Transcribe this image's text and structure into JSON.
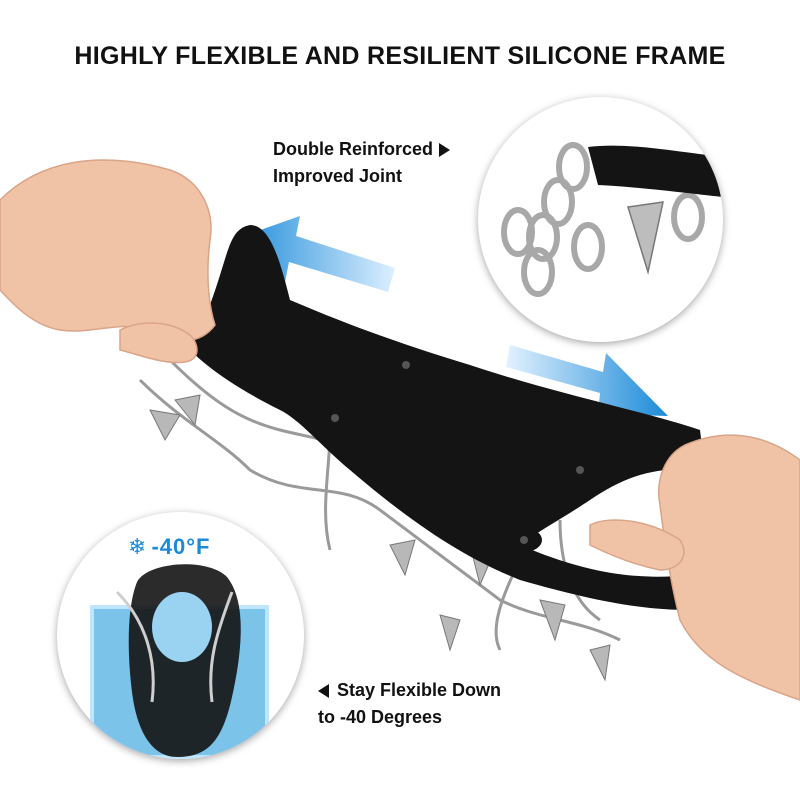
{
  "headline": "HIGHLY FLEXIBLE AND RESILIENT SILICONE FRAME",
  "callouts": {
    "joint": {
      "line1": "Double Reinforced",
      "line2": "Improved Joint"
    },
    "flex": {
      "line1": "Stay Flexible Down",
      "line2": "to -40 Degrees"
    }
  },
  "temperature": {
    "icon": "snowflake-icon",
    "value": "-40",
    "unit": "°F"
  },
  "colors": {
    "arrow_blue": "#1b8ad8",
    "frame_black": "#141414",
    "skin": "#f1c3a6",
    "ice": "#7cc3ea"
  }
}
